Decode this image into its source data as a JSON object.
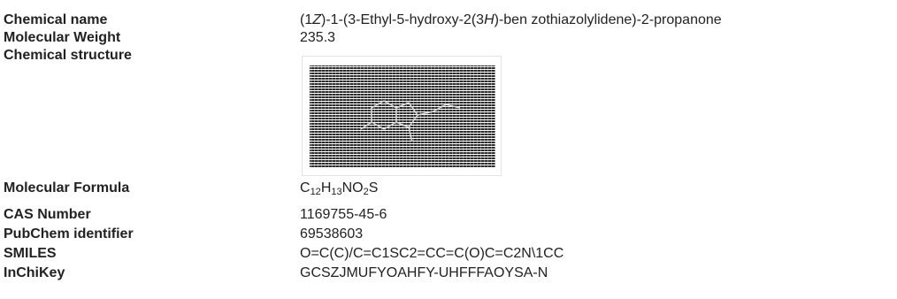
{
  "record": {
    "chemical_name": {
      "label": "Chemical name",
      "value_parts": [
        "(1",
        "Z",
        ")-1-(3-Ethyl-5-hydroxy-2(3",
        "H",
        ")-ben zothiazolylidene)-2-propanone"
      ]
    },
    "molecular_weight": {
      "label": "Molecular Weight",
      "value": "235.3"
    },
    "chemical_structure": {
      "label": "Chemical structure"
    },
    "molecular_formula": {
      "label": "Molecular Formula",
      "parts": [
        "C",
        "12",
        "H",
        "13",
        "NO",
        "2",
        "S"
      ]
    },
    "cas_number": {
      "label": "CAS Number",
      "value": "1169755-45-6"
    },
    "pubchem_identifier": {
      "label": "PubChem identifier",
      "value": "69538603"
    },
    "smiles": {
      "label": "SMILES",
      "value": "O=C(C)/C=C1SC2=CC=C(O)C=C2N\\1CC"
    },
    "inchikey": {
      "label": "InChiKey",
      "value": "GCSZJMUFYOAHFY-UHFFFAOYSA-N"
    }
  },
  "colors": {
    "text": "#222222",
    "structure_ink": "#2b2b2b",
    "structure_border": "#e3e3e3"
  },
  "icons": {
    "structure_image": "molecule-structure-image"
  }
}
